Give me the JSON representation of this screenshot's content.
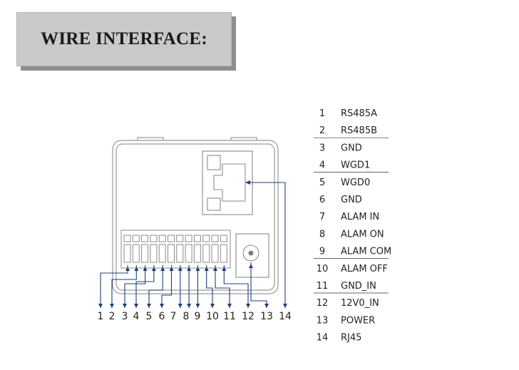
{
  "title": "WIRE INTERFACE:",
  "bottom_pins": [
    "1",
    "2",
    "3",
    "4",
    "5",
    "6",
    "7",
    "8",
    "9",
    "10",
    "11",
    "12",
    "13",
    "14"
  ],
  "pin_table": [
    {
      "num": "1",
      "name": "RS485A"
    },
    {
      "num": "2",
      "name": "RS485B"
    },
    {
      "num": "3",
      "name": "GND"
    },
    {
      "num": "4",
      "name": "WGD1"
    },
    {
      "num": "5",
      "name": "WGD0"
    },
    {
      "num": "6",
      "name": "GND"
    },
    {
      "num": "7",
      "name": "ALAM IN"
    },
    {
      "num": "8",
      "name": "ALAM ON"
    },
    {
      "num": "9",
      "name": "ALAM COM"
    },
    {
      "num": "10",
      "name": "ALAM OFF"
    },
    {
      "num": "11",
      "name": "GND_IN"
    },
    {
      "num": "12",
      "name": "12V0_IN"
    },
    {
      "num": "13",
      "name": "POWER"
    },
    {
      "num": "14",
      "name": "RJ45"
    }
  ],
  "colors": {
    "line": "#1f3f7a",
    "device": "#9a9a9a",
    "title_bg": "#c9c9c9",
    "title_shadow": "#8e8e8e"
  }
}
